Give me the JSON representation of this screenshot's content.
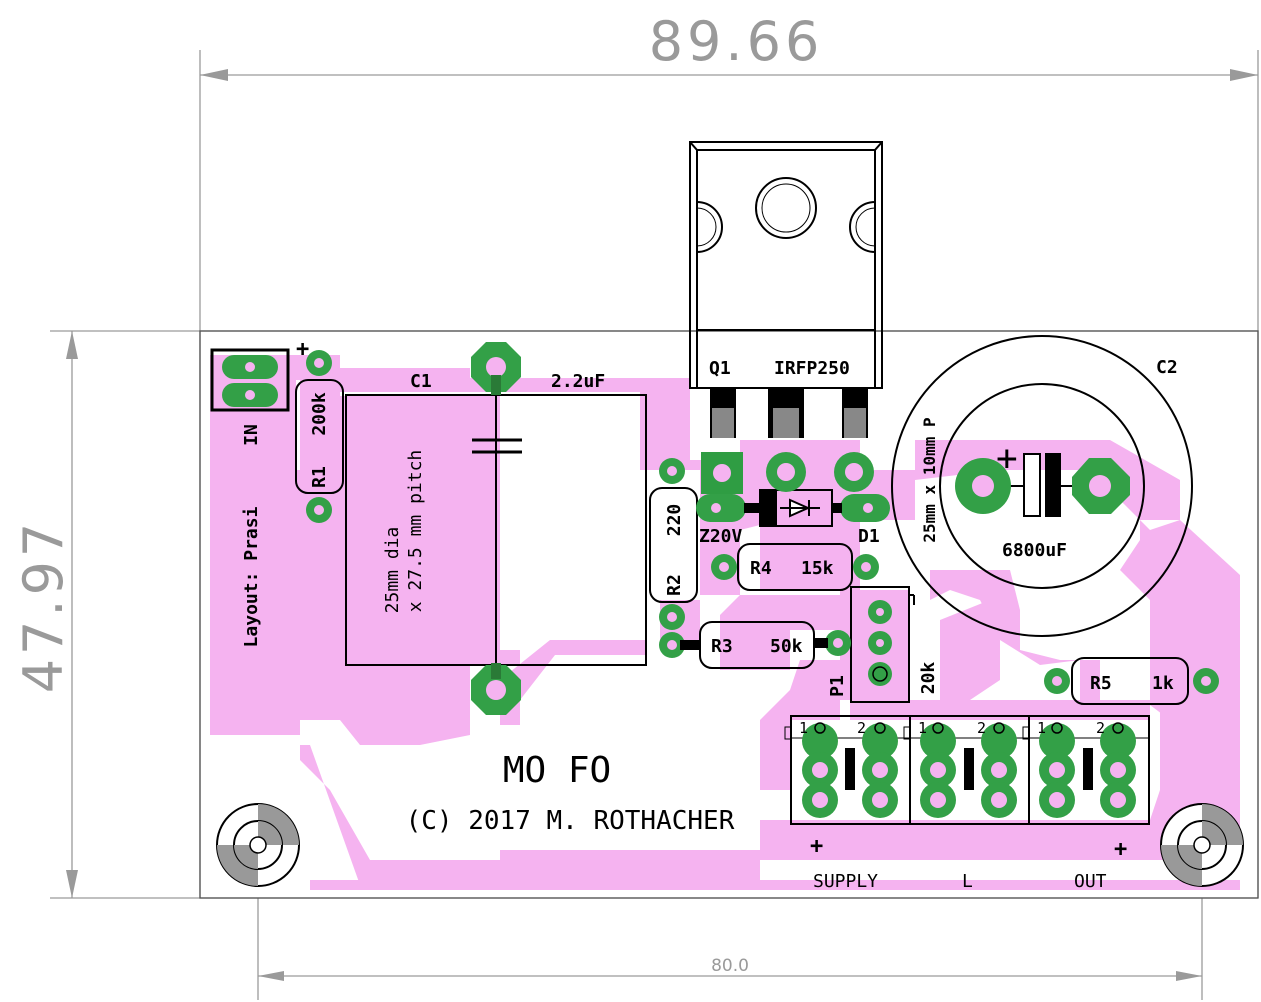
{
  "dimensions": {
    "width": "89.66",
    "height": "47.97",
    "hole_spacing": "80.0"
  },
  "components": {
    "c1": {
      "ref": "C1",
      "value": "2.2uF",
      "note_line1": "25mm dia",
      "note_line2": "x 27.5 mm pitch"
    },
    "c2": {
      "ref": "C2",
      "value": "6800uF",
      "note": "25mm x 10mm P"
    },
    "q1": {
      "ref": "Q1",
      "value": "IRFP250"
    },
    "r1": {
      "ref": "R1",
      "value": "200k"
    },
    "r2": {
      "ref": "R2",
      "value": "220"
    },
    "r3": {
      "ref": "R3",
      "value": "50k"
    },
    "r4": {
      "ref": "R4",
      "value": "15k"
    },
    "r5": {
      "ref": "R5",
      "value": "1k"
    },
    "z": {
      "ref": "Z20V"
    },
    "d1": {
      "ref": "D1"
    },
    "p1": {
      "ref": "P1",
      "value": "20k"
    }
  },
  "labels": {
    "input": "IN",
    "plus_in": "+",
    "layout_credit": "Layout: Prasi",
    "title": "MO FO",
    "copyright": "(C) 2017 M. ROTHACHER",
    "supply": "SUPPLY",
    "load": "L",
    "out": "OUT",
    "plus_supply": "+",
    "plus_out": "+",
    "plus_c2": "+",
    "pin1": "1",
    "pin2": "2"
  },
  "colors": {
    "copper": "#f5b3f0",
    "pad": "#33a047",
    "pad_square": "#2f9d43",
    "outline": "#000000",
    "dimension": "#9a9a9a"
  }
}
